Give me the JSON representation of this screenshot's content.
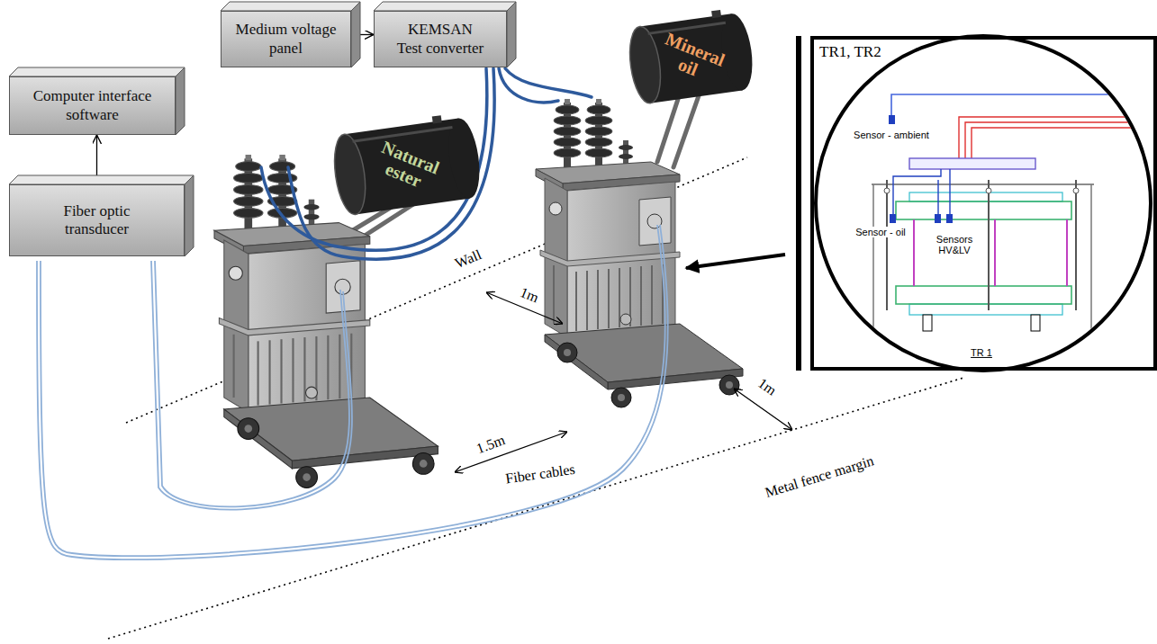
{
  "diagram": {
    "nodes": [
      {
        "text": [
          "Medium voltage panel"
        ]
      },
      {
        "text": [
          "KEMSAN Test converter"
        ]
      },
      {
        "text": [
          "Natural ester"
        ]
      },
      {
        "text": [
          "Mineral oil"
        ]
      },
      {
        "text": [
          "TR1, TR2"
        ]
      },
      {
        "text": [
          "Computer interface software"
        ]
      },
      {
        "text": [
          "Fiber optic transducer"
        ]
      }
    ],
    "edges": [
      {
        "from": 0,
        "to": 1,
        "arrow": "to"
      },
      {
        "from": 6,
        "to": 5,
        "arrow": "to"
      }
    ],
    "labels": [
      "Sensor - ambient",
      "Sensor - oil",
      "Sensors HV&LV",
      "TR 1",
      "Wall",
      "1m",
      "1.5m",
      "1m",
      "Fiber cables",
      "Metal fence margin"
    ]
  }
}
